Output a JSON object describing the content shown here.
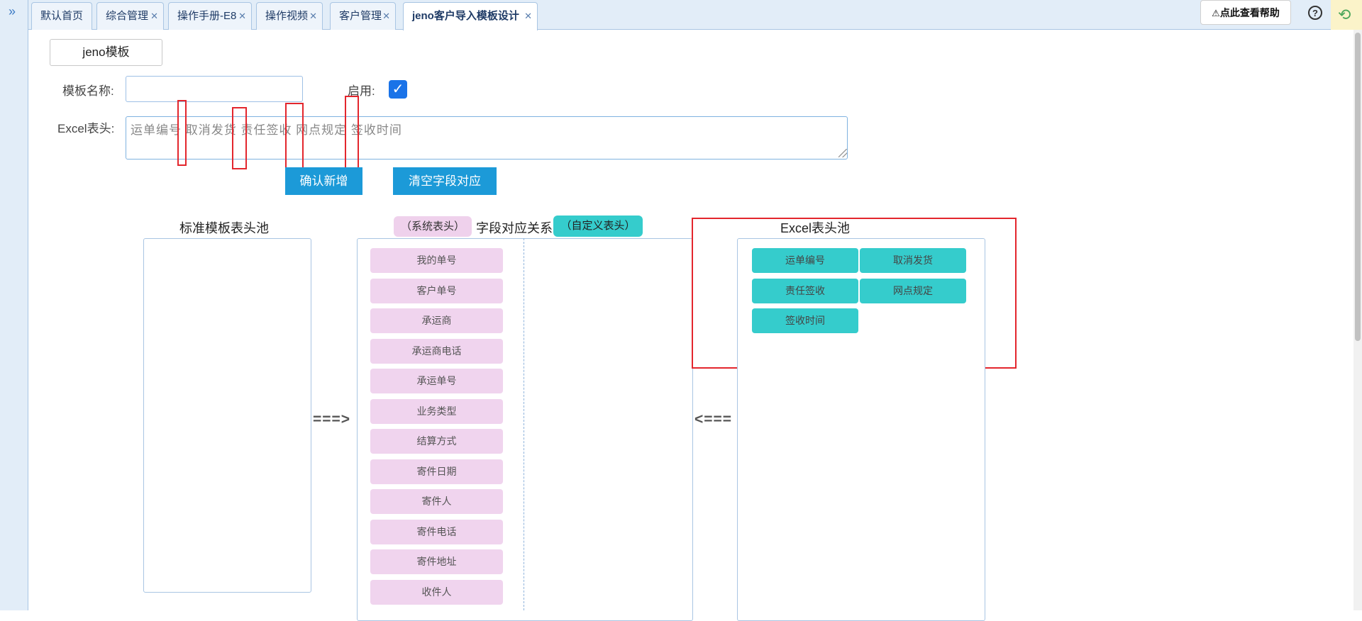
{
  "tabs": [
    {
      "label": "默认首页",
      "closable": false
    },
    {
      "label": "综合管理",
      "closable": true
    },
    {
      "label": "操作手册-E8",
      "closable": true
    },
    {
      "label": "操作视频",
      "closable": true
    },
    {
      "label": "客户管理",
      "closable": true
    },
    {
      "label": "jeno客户导入模板设计",
      "closable": true,
      "active": true
    }
  ],
  "header": {
    "help_label": "点此查看帮助",
    "help_icon": "warning-icon",
    "question_icon": "question-circle-icon",
    "refresh_icon": "refresh-icon"
  },
  "form": {
    "template_button": "jeno模板",
    "name_label": "模板名称:",
    "name_value": "",
    "enable_label": "启用:",
    "enabled": true,
    "excel_label": "Excel表头:",
    "excel_placeholder": "运单编号 取消发货 责任签收 网点规定 签收时间",
    "confirm_button": "确认新增",
    "clear_button": "清空字段对应"
  },
  "pools": {
    "standard_title": "标准模板表头池",
    "mapping_title": "字段对应关系",
    "system_tag": "（系统表头）",
    "custom_tag": "（自定义表头）",
    "excel_title": "Excel表头池",
    "arrow_right": "===>",
    "arrow_left": "<==="
  },
  "system_fields": [
    "我的单号",
    "客户单号",
    "承运商",
    "承运商电话",
    "承运单号",
    "业务类型",
    "结算方式",
    "寄件日期",
    "寄件人",
    "寄件电话",
    "寄件地址",
    "收件人"
  ],
  "excel_fields": [
    "运单编号",
    "取消发货",
    "责任签收",
    "网点规定",
    "签收时间"
  ],
  "colors": {
    "accent_blue": "#1c9ad8",
    "system_tag": "#efd1ec",
    "custom_tag": "#35cccc",
    "highlight_red": "#e3262d"
  }
}
